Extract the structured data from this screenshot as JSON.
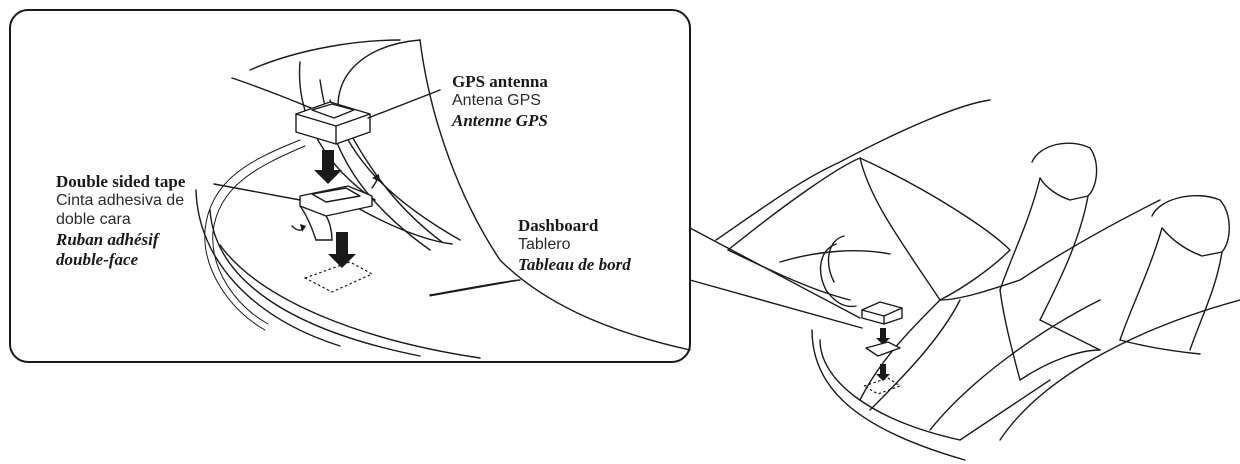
{
  "callouts": {
    "gps_antenna": {
      "en": "GPS antenna",
      "es": "Antena GPS",
      "fr": "Antenne GPS"
    },
    "double_sided_tape": {
      "en": "Double sided tape",
      "es_line1": "Cinta adhesiva de",
      "es_line2": "doble cara",
      "fr_line1": "Ruban adhésif",
      "fr_line2": "double-face"
    },
    "dashboard": {
      "en": "Dashboard",
      "es": "Tablero",
      "fr": "Tableau de bord"
    }
  }
}
